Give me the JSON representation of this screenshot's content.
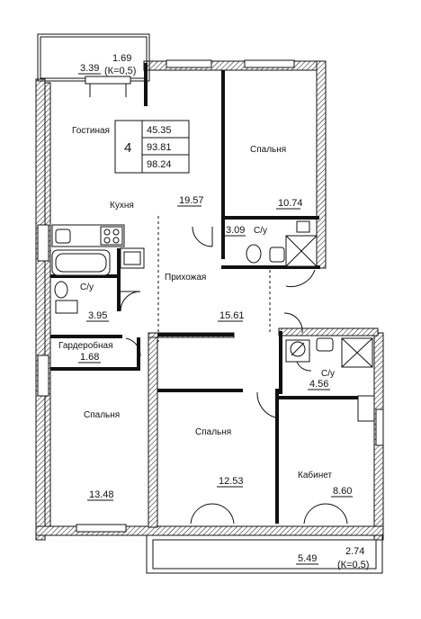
{
  "summary": {
    "rooms": "4",
    "living_area": "45.35",
    "total_area": "93.81",
    "area_with_balcony": "98.24"
  },
  "rooms": {
    "living": "Гостиная",
    "bedroom_ne": "Спальня",
    "kitchen": "Кухня",
    "wc": "С/у",
    "hall": "Прихожая",
    "wardrobe": "Гардеробная",
    "bedroom_sw": "Спальня",
    "bedroom_s": "Спальня",
    "office": "Кабинет"
  },
  "areas": {
    "living_kitchen": "19.57",
    "bedroom_ne": "10.74",
    "wc_top": "3.09",
    "wc_left": "3.95",
    "hall": "15.61",
    "wardrobe": "1.68",
    "wc_right": "4.56",
    "bedroom_sw": "13.48",
    "bedroom_s": "12.53",
    "office": "8.60",
    "balcony_top": "3.39",
    "balcony_bottom": "5.49"
  },
  "balconies": {
    "top_reduced": "1.69",
    "top_coeff": "(К=0,5)",
    "bottom_reduced": "2.74",
    "bottom_coeff": "(К=0,5)"
  }
}
